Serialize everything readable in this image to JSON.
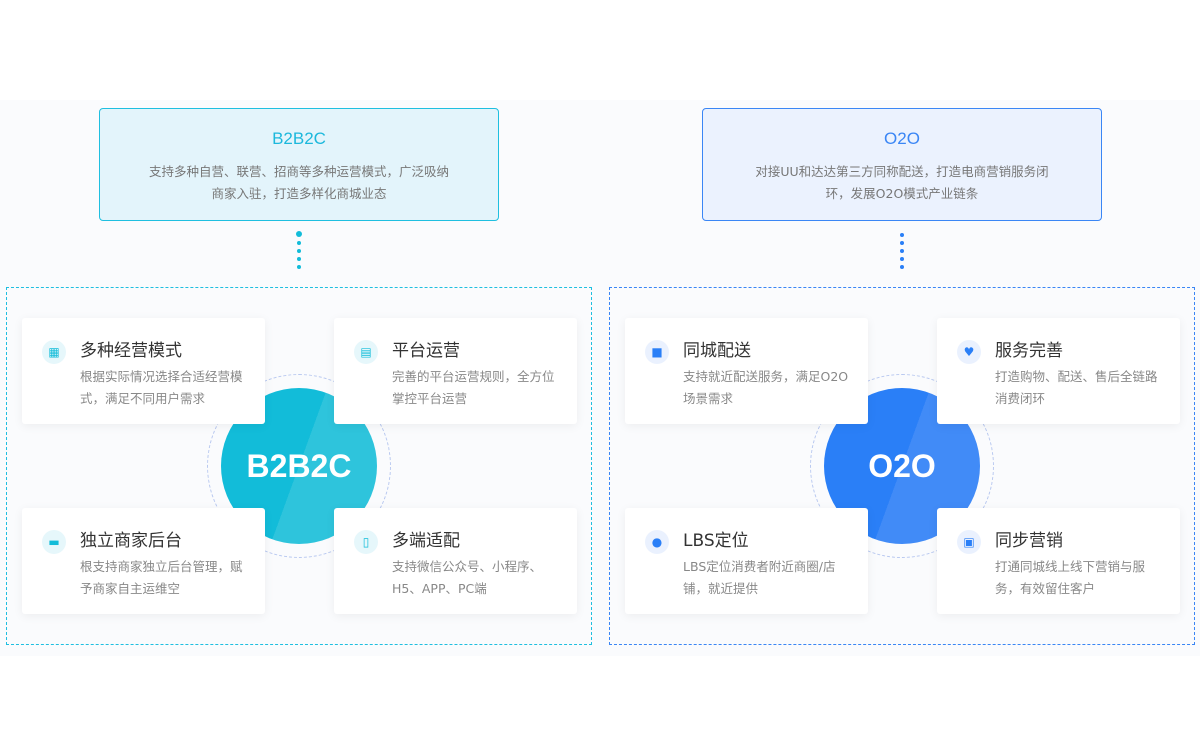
{
  "b2b2c": {
    "title": "B2B2C",
    "desc": "支持多种自营、联营、招商等多种运营模式，广泛吸纳商家入驻，打造多样化商城业态",
    "center": "B2B2C",
    "accent": "#12bcd9",
    "cards": [
      {
        "icon": "layout-icon",
        "title": "多种经营模式",
        "desc": "根据实际情况选择合适经营模式，满足不同用户需求"
      },
      {
        "icon": "store-icon",
        "title": "平台运营",
        "desc": "完善的平台运营规则，全方位掌控平台运营"
      },
      {
        "icon": "monitor-icon",
        "title": "独立商家后台",
        "desc": "根支持商家独立后台管理，赋予商家自主运维空"
      },
      {
        "icon": "mobile-icon",
        "title": "多端适配",
        "desc": "支持微信公众号、小程序、H5、APP、PC端"
      }
    ]
  },
  "o2o": {
    "title": "O2O",
    "desc": "对接UU和达达第三方同称配送，打造电商营销服务闭环，发展O2O模式产业链条",
    "center": "O2O",
    "accent": "#2a7ff7",
    "cards": [
      {
        "icon": "truck-icon",
        "title": "同城配送",
        "desc": "支持就近配送服务，满足O2O场景需求"
      },
      {
        "icon": "heart-hand-icon",
        "title": "服务完善",
        "desc": "打造购物、配送、售后全链路消费闭环"
      },
      {
        "icon": "location-pin-icon",
        "title": "LBS定位",
        "desc": "LBS定位消费者附近商圈/店铺，就近提供"
      },
      {
        "icon": "chart-board-icon",
        "title": "同步营销",
        "desc": "打通同城线上线下营销与服务，有效留住客户"
      }
    ]
  }
}
